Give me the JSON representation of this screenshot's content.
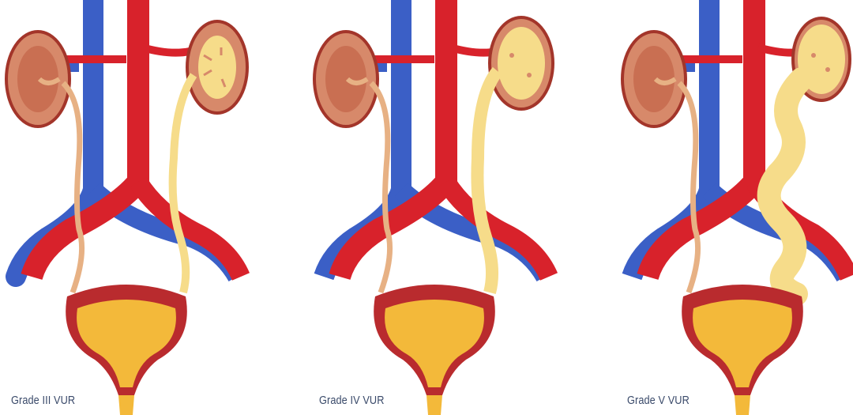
{
  "panels": [
    {
      "id": "grade-3",
      "label": "Grade III VUR"
    },
    {
      "id": "grade-4",
      "label": "Grade IV VUR"
    },
    {
      "id": "grade-5",
      "label": "Grade V VUR"
    }
  ],
  "colors": {
    "artery": "#d8222b",
    "vein": "#3b5fc6",
    "kidney": "#d7896a",
    "kidney_dark": "#a3352a",
    "ureter_normal": "#e7b184",
    "urine": "#f6dc8a",
    "bladder_wall": "#b92b2e",
    "bladder_inner": "#f3b93a"
  }
}
